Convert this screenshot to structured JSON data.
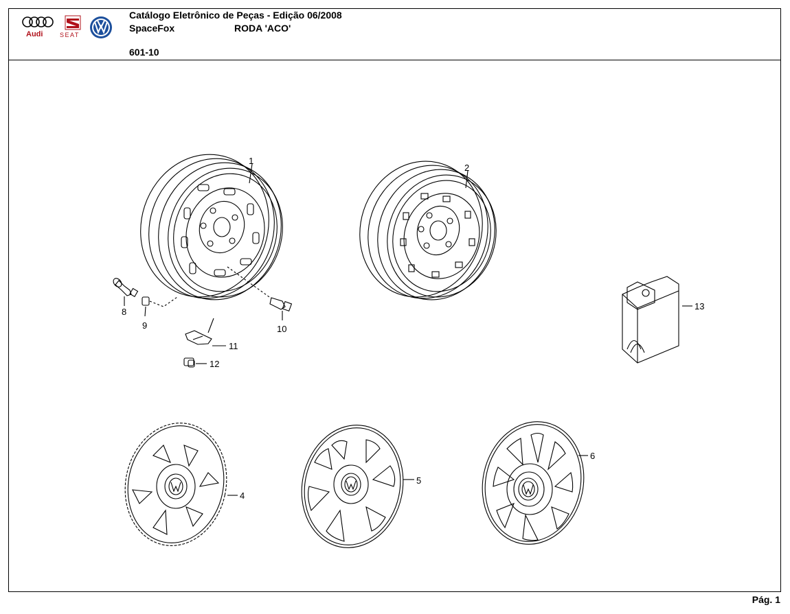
{
  "header": {
    "brands": [
      "Audi",
      "SEAT",
      "VW"
    ],
    "catalog_title": "Catálogo Eletrônico de Peças - Edição 06/2008",
    "model": "SpaceFox",
    "group": "RODA 'ACO'",
    "illustration_code": "601-10"
  },
  "callouts": [
    "1",
    "2",
    "4",
    "5",
    "6",
    "8",
    "9",
    "10",
    "11",
    "12",
    "13"
  ],
  "footer": {
    "page": "Pág. 1"
  }
}
